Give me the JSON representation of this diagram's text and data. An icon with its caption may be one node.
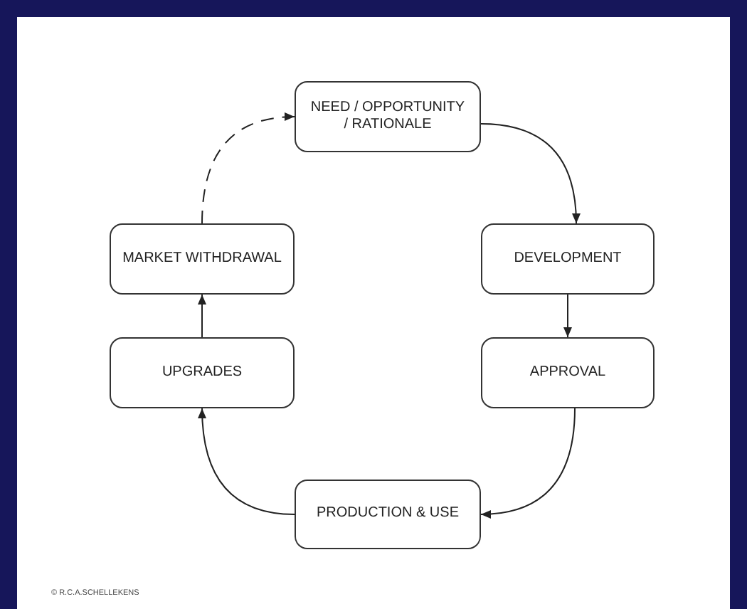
{
  "diagram": {
    "nodes": [
      {
        "text": [
          "NEED / OPPORTUNITY / RATIONALE"
        ]
      },
      {
        "text": [
          "DEVELOPMENT"
        ]
      },
      {
        "text": [
          "APPROVAL"
        ]
      },
      {
        "text": [
          "PRODUCTION & USE"
        ]
      },
      {
        "text": [
          "UPGRADES"
        ]
      },
      {
        "text": [
          "MARKET WITHDRAWAL"
        ]
      }
    ],
    "edges": [
      {
        "from": 0,
        "to": 1,
        "arrow": "to"
      },
      {
        "from": 1,
        "to": 2,
        "arrow": "to"
      },
      {
        "from": 2,
        "to": 3,
        "arrow": "to"
      },
      {
        "from": 3,
        "to": 4,
        "arrow": "to"
      },
      {
        "from": 4,
        "to": 5,
        "arrow": "to"
      },
      {
        "from": 5,
        "to": 0,
        "arrow": "to",
        "style": "dashed"
      }
    ],
    "labels": [
      "© R.C.A.SCHELLEKENS"
    ]
  }
}
